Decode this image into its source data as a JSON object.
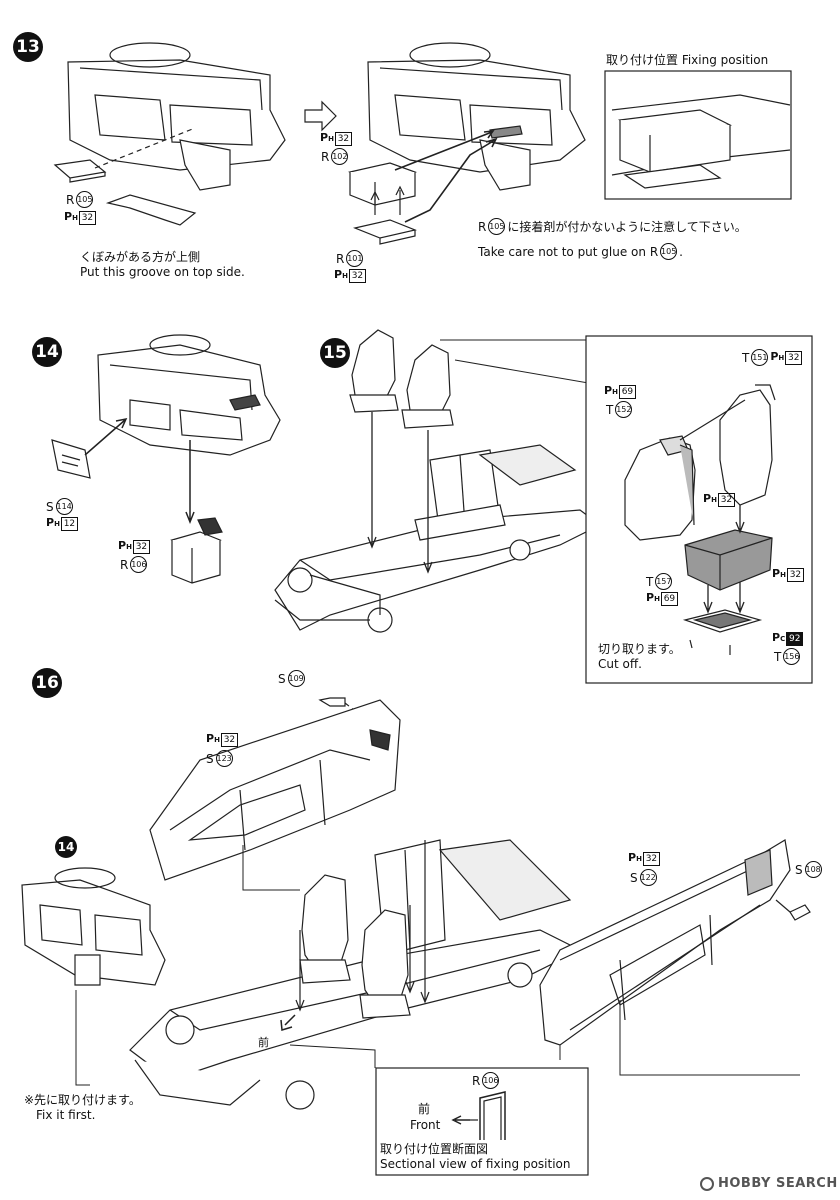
{
  "steps": {
    "s13": "13",
    "s14": "14",
    "s15": "15",
    "s16": "16",
    "s16_ref14": "14"
  },
  "step13": {
    "fixing_box_title": "取り付け位置 Fixing position",
    "left_part_letter": "R",
    "left_part_num": "105",
    "left_paint_num": "32",
    "groove_jp": "くぼみがある方が上側",
    "groove_en": "Put this groove on top side.",
    "mid_paint_num": "32",
    "mid_part_letter": "R",
    "mid_part_num": "102",
    "low_part_letter": "R",
    "low_part_num": "101",
    "low_paint_num": "32",
    "glue_part_letter": "R",
    "glue_part_num": "105",
    "glue_jp": "に接着剤が付かないように注意して下さい。",
    "glue_en_pre": "Take care not to put glue on R",
    "glue_en_num": "105",
    "glue_en_post": "."
  },
  "step14": {
    "s_letter": "S",
    "s_num": "114",
    "s_paint_num": "12",
    "r_paint_num": "32",
    "r_letter": "R",
    "r_num": "106"
  },
  "step15": {
    "t1_letter": "T",
    "t1_num": "151",
    "t1_paint_num": "32",
    "t2_paint_num": "69",
    "t2_letter": "T",
    "t2_num": "152",
    "back_paint_num": "32",
    "cushion_paint_num": "32",
    "t3_letter": "T",
    "t3_num": "157",
    "t3_paint_num": "69",
    "pc_paint_num": "92",
    "t4_letter": "T",
    "t4_num": "156",
    "cut_jp": "切り取ります。",
    "cut_en": "Cut off."
  },
  "step16": {
    "s109_letter": "S",
    "s109_num": "109",
    "s123_paint_num": "32",
    "s123_letter": "S",
    "s123_num": "123",
    "s122_paint_num": "32",
    "s122_letter": "S",
    "s122_num": "122",
    "s108_letter": "S",
    "s108_num": "108",
    "front_jp_small": "前",
    "fix_first_jp": "※先に取り付けます。",
    "fix_first_en": "Fix it first.",
    "section_part_letter": "R",
    "section_part_num": "106",
    "section_front_jp": "前",
    "section_front_en": "Front",
    "section_jp": "取り付け位置断面図",
    "section_en": "Sectional view of fixing position"
  },
  "paint": {
    "ph_main": "P",
    "ph_sub": "H",
    "pc_main": "P",
    "pc_sub": "C"
  },
  "watermark": "HOBBY SEARCH"
}
